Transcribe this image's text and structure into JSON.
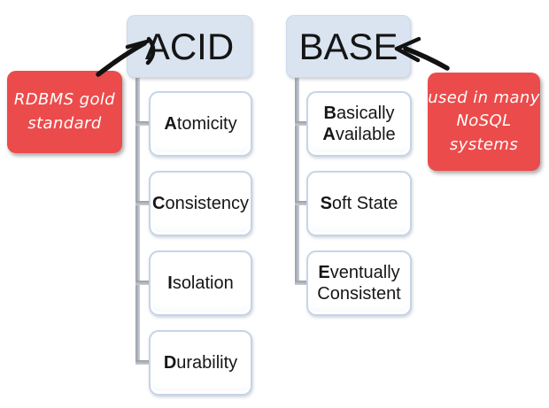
{
  "diagram": {
    "columns": [
      {
        "id": "acid",
        "header": "ACID",
        "items": [
          {
            "lines": [
              {
                "bold": "A",
                "rest": "tomicity"
              }
            ]
          },
          {
            "lines": [
              {
                "bold": "C",
                "rest": "onsistency"
              }
            ]
          },
          {
            "lines": [
              {
                "bold": "I",
                "rest": "solation"
              }
            ]
          },
          {
            "lines": [
              {
                "bold": "D",
                "rest": "urability"
              }
            ]
          }
        ]
      },
      {
        "id": "base",
        "header": "BASE",
        "items": [
          {
            "lines": [
              {
                "bold": "B",
                "rest": "asically"
              },
              {
                "bold": "A",
                "rest": "vailable"
              }
            ]
          },
          {
            "lines": [
              {
                "bold": "S",
                "rest": "oft State"
              }
            ]
          },
          {
            "lines": [
              {
                "bold": "E",
                "rest": "ventually"
              },
              {
                "bold": "",
                "rest": "Consistent"
              }
            ]
          }
        ]
      }
    ],
    "callouts": [
      {
        "id": "acid-callout",
        "lines": [
          "RDBMS gold",
          "standard"
        ]
      },
      {
        "id": "base-callout",
        "lines": [
          "used in many",
          "NoSQL",
          "systems"
        ]
      }
    ],
    "colors": {
      "callout_red": "#ec4b4b",
      "header_fill": "#dae3f0",
      "node_border": "#c5d4e8",
      "connector_grey": "#9aa1aa",
      "arrow_black": "#121212"
    }
  }
}
